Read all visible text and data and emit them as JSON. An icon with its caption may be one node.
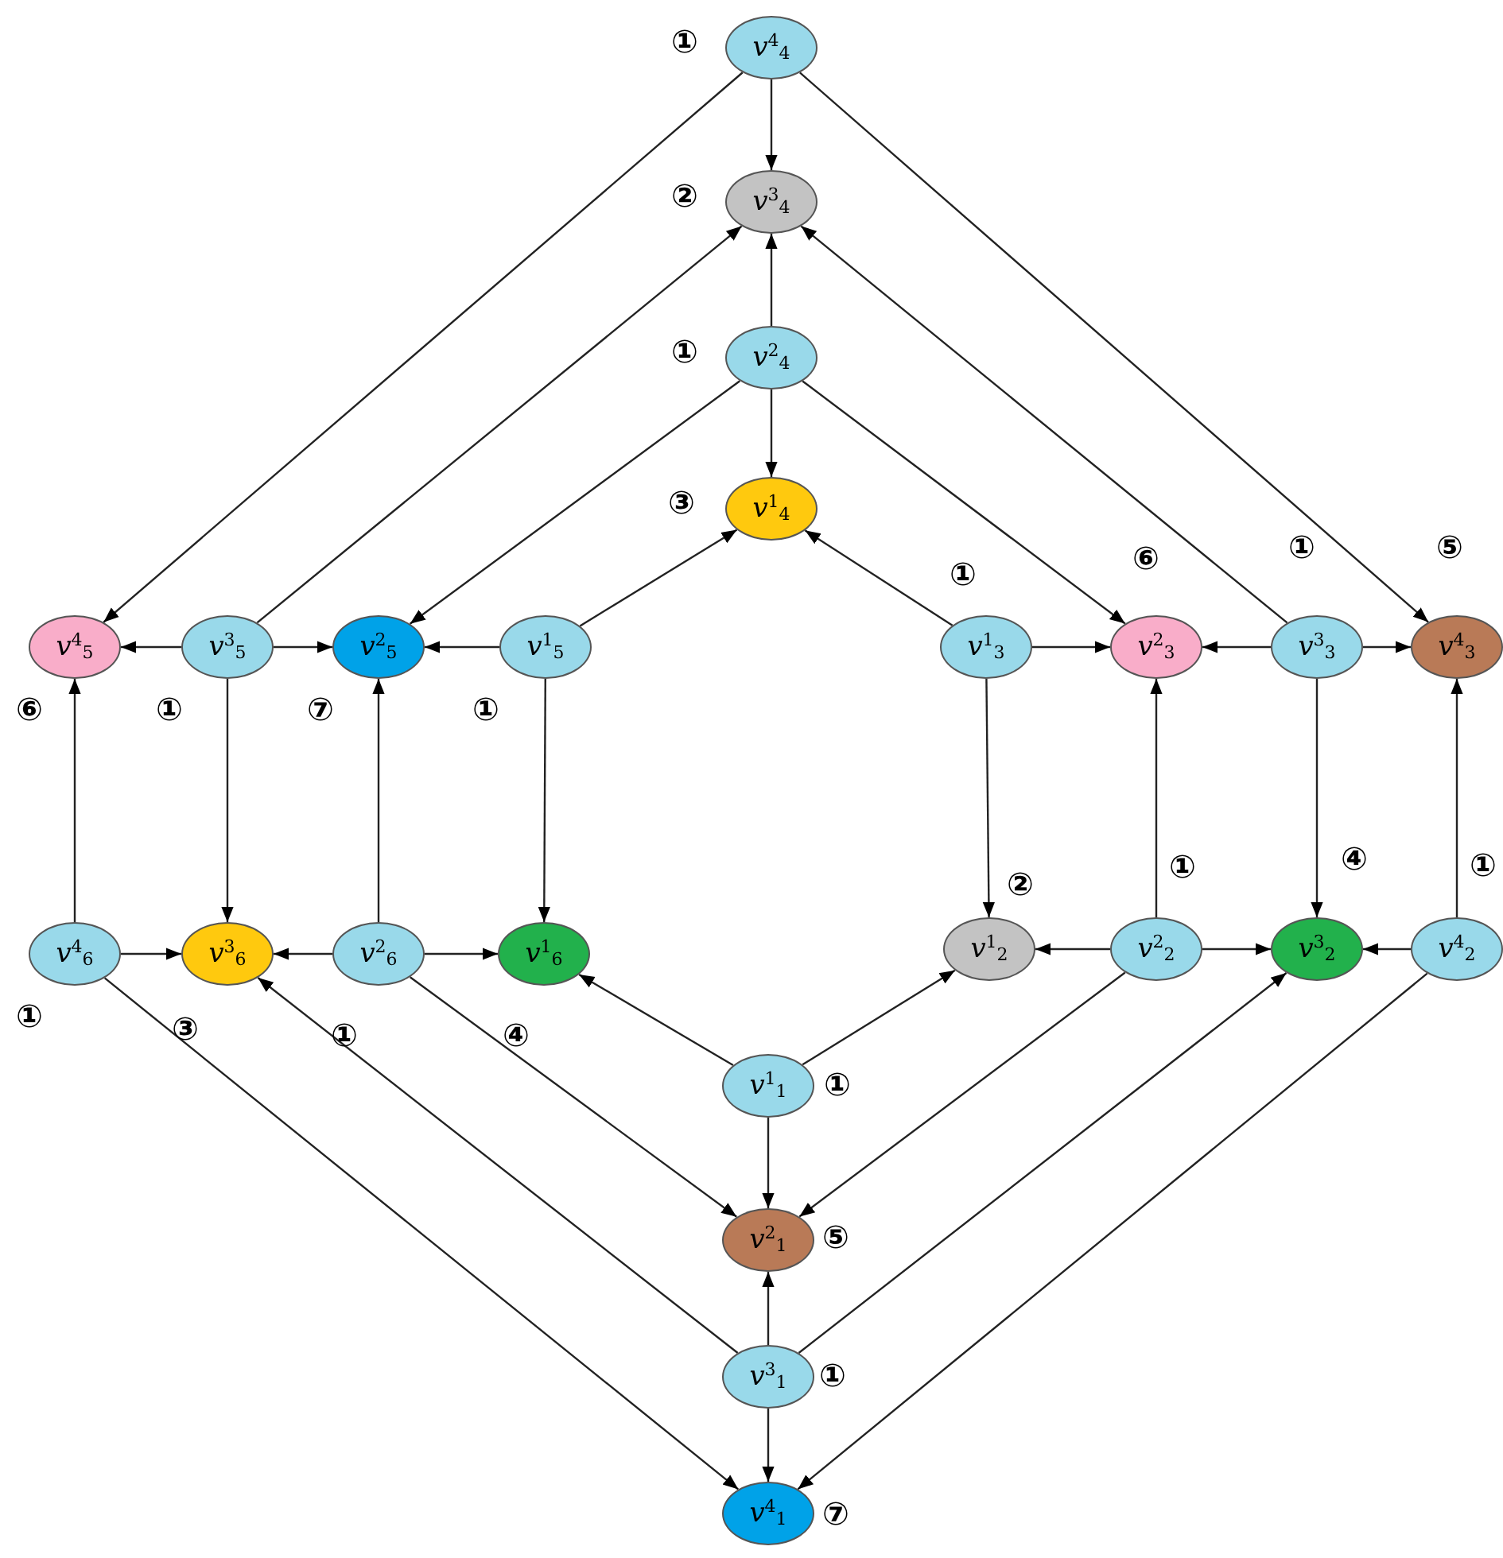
{
  "diagram": {
    "nodes": [
      {
        "text": [
          "*v*$^{4}$$_{4}$"
        ],
        "beside": [
          "①"
        ]
      },
      {
        "text": [
          "*v*$^{3}$$_{4}$"
        ],
        "beside": [
          "②"
        ]
      },
      {
        "text": [
          "*v*$^{2}$$_{4}$"
        ],
        "beside": [
          "①"
        ]
      },
      {
        "text": [
          "*v*$^{1}$$_{4}$"
        ],
        "beside": [
          "③"
        ]
      },
      {
        "text": [
          "*v*$^{4}$$_{5}$"
        ],
        "beside": [
          "⑥"
        ]
      },
      {
        "text": [
          "*v*$^{3}$$_{5}$"
        ],
        "beside": [
          "①"
        ]
      },
      {
        "text": [
          "*v*$^{2}$$_{5}$"
        ],
        "beside": [
          "⑦"
        ]
      },
      {
        "text": [
          "*v*$^{1}$$_{5}$"
        ],
        "beside": [
          "①"
        ]
      },
      {
        "text": [
          "*v*$^{1}$$_{3}$"
        ],
        "beside": [
          "①"
        ]
      },
      {
        "text": [
          "*v*$^{2}$$_{3}$"
        ],
        "beside": [
          "⑥"
        ]
      },
      {
        "text": [
          "*v*$^{3}$$_{3}$"
        ],
        "beside": [
          "①"
        ]
      },
      {
        "text": [
          "*v*$^{4}$$_{3}$"
        ],
        "beside": [
          "⑤"
        ]
      },
      {
        "text": [
          "*v*$^{4}$$_{6}$"
        ],
        "beside": [
          "①"
        ]
      },
      {
        "text": [
          "*v*$^{3}$$_{6}$"
        ],
        "beside": [
          "③"
        ]
      },
      {
        "text": [
          "*v*$^{2}$$_{6}$"
        ],
        "beside": [
          "①"
        ]
      },
      {
        "text": [
          "*v*$^{1}$$_{6}$"
        ],
        "beside": [
          "④"
        ]
      },
      {
        "text": [
          "*v*$^{1}$$_{2}$"
        ],
        "beside": [
          "②"
        ]
      },
      {
        "text": [
          "*v*$^{2}$$_{2}$"
        ],
        "beside": [
          "①"
        ]
      },
      {
        "text": [
          "*v*$^{3}$$_{2}$"
        ],
        "beside": [
          "④"
        ]
      },
      {
        "text": [
          "*v*$^{4}$$_{2}$"
        ],
        "beside": [
          "①"
        ]
      },
      {
        "text": [
          "*v*$^{1}$$_{1}$"
        ],
        "beside": [
          "①"
        ]
      },
      {
        "text": [
          "*v*$^{2}$$_{1}$"
        ],
        "beside": [
          "⑤"
        ]
      },
      {
        "text": [
          "*v*$^{3}$$_{1}$"
        ],
        "beside": [
          "①"
        ]
      },
      {
        "text": [
          "*v*$^{4}$$_{1}$"
        ],
        "beside": [
          "⑦"
        ]
      }
    ],
    "edges": [
      {
        "from": 0,
        "to": 1,
        "arrow": "to"
      },
      {
        "from": 0,
        "to": 4,
        "arrow": "to"
      },
      {
        "from": 0,
        "to": 11,
        "arrow": "to"
      },
      {
        "from": 2,
        "to": 1,
        "arrow": "to"
      },
      {
        "from": 2,
        "to": 3,
        "arrow": "to"
      },
      {
        "from": 2,
        "to": 6,
        "arrow": "to"
      },
      {
        "from": 2,
        "to": 9,
        "arrow": "to"
      },
      {
        "from": 5,
        "to": 1,
        "arrow": "to"
      },
      {
        "from": 10,
        "to": 1,
        "arrow": "to"
      },
      {
        "from": 7,
        "to": 3,
        "arrow": "to"
      },
      {
        "from": 8,
        "to": 3,
        "arrow": "to"
      },
      {
        "from": 5,
        "to": 4,
        "arrow": "to"
      },
      {
        "from": 5,
        "to": 6,
        "arrow": "to"
      },
      {
        "from": 7,
        "to": 6,
        "arrow": "to"
      },
      {
        "from": 8,
        "to": 9,
        "arrow": "to"
      },
      {
        "from": 10,
        "to": 9,
        "arrow": "to"
      },
      {
        "from": 10,
        "to": 11,
        "arrow": "to"
      },
      {
        "from": 12,
        "to": 4,
        "arrow": "to"
      },
      {
        "from": 5,
        "to": 13,
        "arrow": "to"
      },
      {
        "from": 14,
        "to": 6,
        "arrow": "to"
      },
      {
        "from": 7,
        "to": 15,
        "arrow": "to"
      },
      {
        "from": 8,
        "to": 16,
        "arrow": "to"
      },
      {
        "from": 17,
        "to": 9,
        "arrow": "to"
      },
      {
        "from": 10,
        "to": 18,
        "arrow": "to"
      },
      {
        "from": 19,
        "to": 11,
        "arrow": "to"
      },
      {
        "from": 12,
        "to": 13,
        "arrow": "to"
      },
      {
        "from": 14,
        "to": 13,
        "arrow": "to"
      },
      {
        "from": 14,
        "to": 15,
        "arrow": "to"
      },
      {
        "from": 17,
        "to": 16,
        "arrow": "to"
      },
      {
        "from": 17,
        "to": 18,
        "arrow": "to"
      },
      {
        "from": 19,
        "to": 18,
        "arrow": "to"
      },
      {
        "from": 20,
        "to": 15,
        "arrow": "to"
      },
      {
        "from": 20,
        "to": 16,
        "arrow": "to"
      },
      {
        "from": 20,
        "to": 21,
        "arrow": "to"
      },
      {
        "from": 14,
        "to": 21,
        "arrow": "to"
      },
      {
        "from": 17,
        "to": 21,
        "arrow": "to"
      },
      {
        "from": 22,
        "to": 21,
        "arrow": "to"
      },
      {
        "from": 22,
        "to": 13,
        "arrow": "to"
      },
      {
        "from": 22,
        "to": 18,
        "arrow": "to"
      },
      {
        "from": 12,
        "to": 23,
        "arrow": "to"
      },
      {
        "from": 19,
        "to": 23,
        "arrow": "to"
      },
      {
        "from": 22,
        "to": 23,
        "arrow": "to"
      }
    ]
  }
}
